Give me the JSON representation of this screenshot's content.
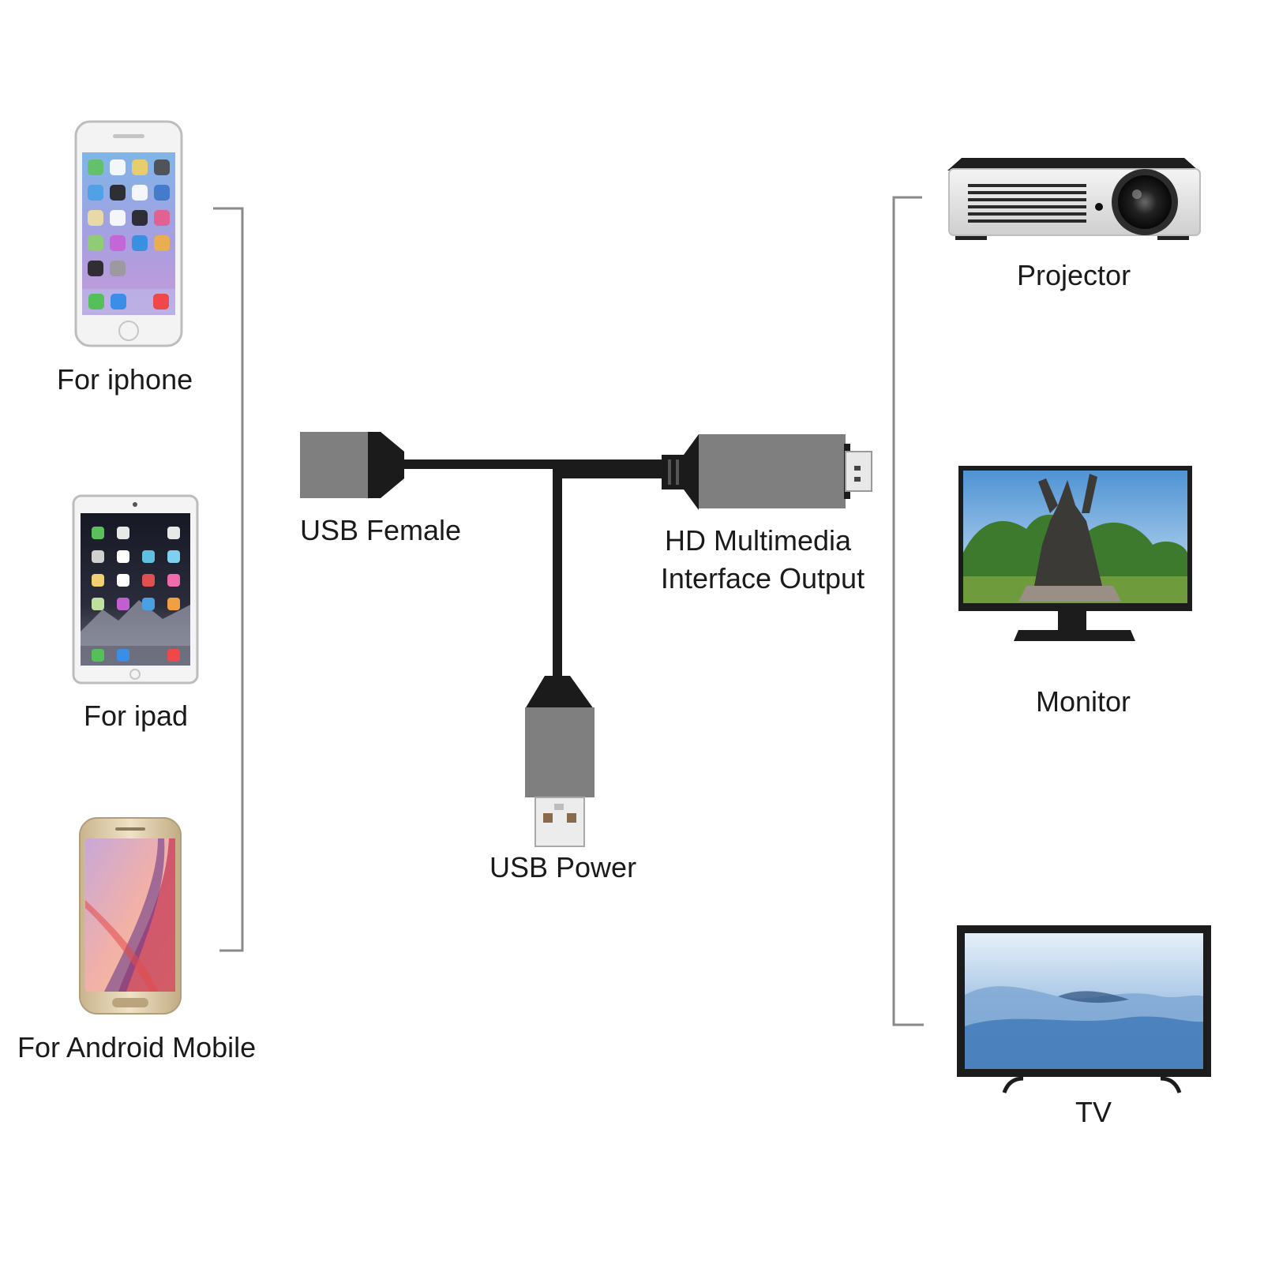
{
  "sources": {
    "iphone_label": "For iphone",
    "ipad_label": "For ipad",
    "android_label": "For Android Mobile"
  },
  "cable": {
    "usb_female_label": "USB Female",
    "hdmi_label_line1": "HD Multimedia",
    "hdmi_label_line2": "Interface Output",
    "usb_power_label": "USB Power"
  },
  "outputs": {
    "projector_label": "Projector",
    "monitor_label": "Monitor",
    "tv_label": "TV"
  },
  "colors": {
    "cable_body": "#7f7f7f",
    "cable_black": "#1b1b1b",
    "bracket_line": "#8a8a8a"
  }
}
